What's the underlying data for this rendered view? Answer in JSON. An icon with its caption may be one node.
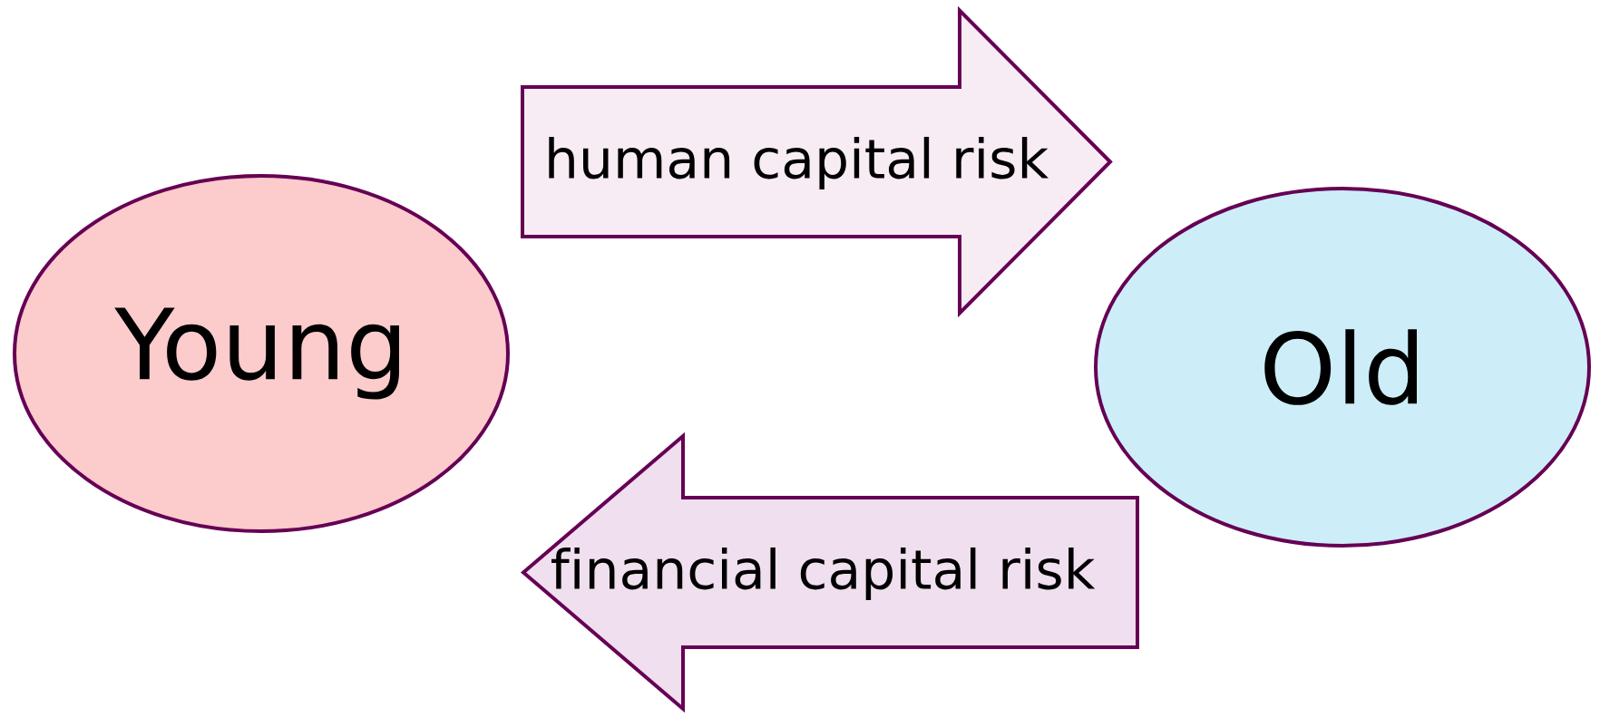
{
  "diagram": {
    "nodes": [
      {
        "text": [
          "Young"
        ]
      },
      {
        "text": [
          "Old"
        ]
      }
    ],
    "edges": [
      {
        "from": 0,
        "to": 1,
        "arrow": "to",
        "label": "human capital risk"
      },
      {
        "from": 1,
        "to": 0,
        "arrow": "to",
        "label": "financial capital risk"
      }
    ]
  }
}
